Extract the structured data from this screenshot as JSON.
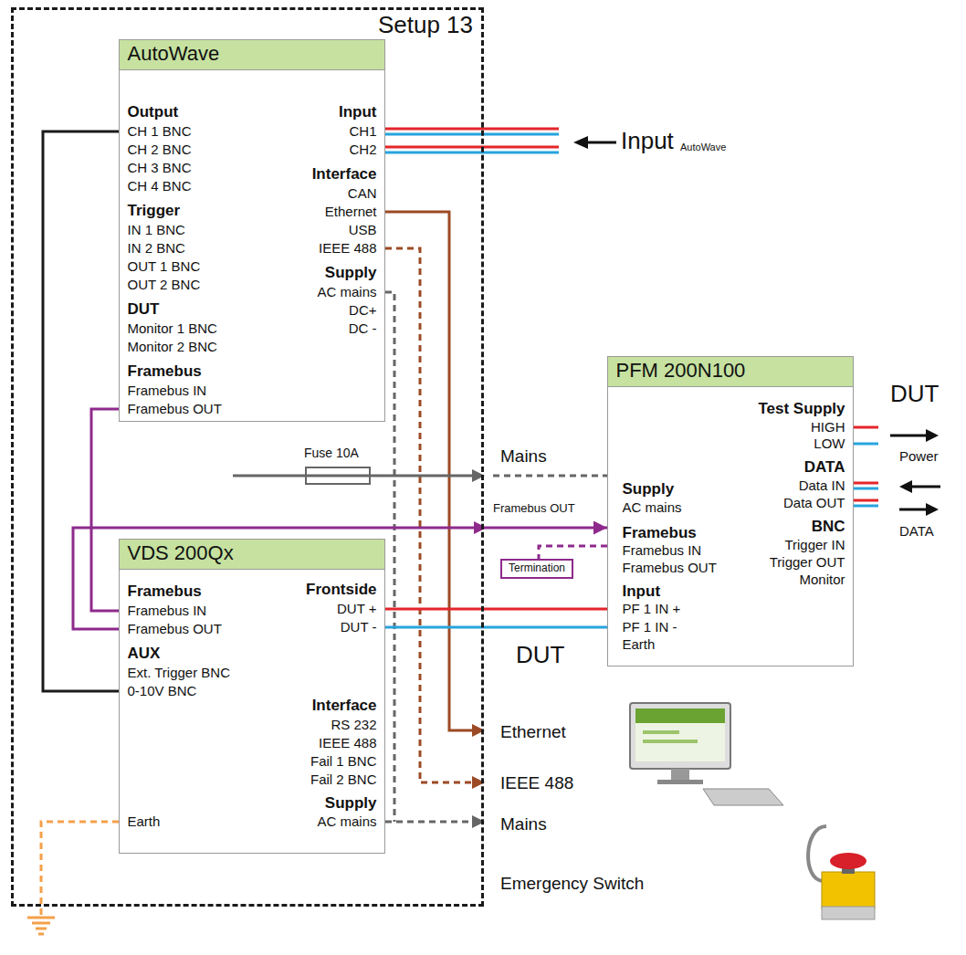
{
  "diagram": {
    "nodes": [
      {
        "text": [
          "Setup 13"
        ]
      },
      {
        "text": [
          "AutoWave",
          "Output",
          "CH 1 BNC",
          "CH 2 BNC",
          "CH 3 BNC",
          "CH 4 BNC",
          "Trigger",
          "IN 1 BNC",
          "IN 2 BNC",
          "OUT 1 BNC",
          "OUT 2 BNC",
          "DUT",
          "Monitor 1 BNC",
          "Monitor 2 BNC",
          "Framebus",
          "Framebus IN",
          "Framebus OUT",
          "Input",
          "CH1",
          "CH2",
          "Interface",
          "CAN",
          "Ethernet",
          "USB",
          "IEEE 488",
          "Supply",
          "AC mains",
          "DC+",
          "DC -"
        ],
        "in": 0
      },
      {
        "text": [
          "VDS 200Qx",
          "Framebus",
          "Framebus IN",
          "Framebus OUT",
          "AUX",
          "Ext. Trigger BNC",
          "0-10V BNC",
          "Earth",
          "Frontside",
          "DUT +",
          "DUT -",
          "Interface",
          "RS 232",
          "IEEE 488",
          "Fail 1 BNC",
          "Fail 2 BNC",
          "Supply",
          "AC mains"
        ],
        "in": 0
      },
      {
        "text": [
          "PFM 200N100",
          "Test Supply",
          "HIGH",
          "LOW",
          "DATA",
          "Data IN",
          "Data OUT",
          "BNC",
          "Trigger IN",
          "Trigger OUT",
          "Monitor",
          "Supply",
          "AC mains",
          "Framebus",
          "Framebus IN",
          "Framebus OUT",
          "Input",
          "PF 1 IN +",
          "PF 1 IN -",
          "Earth"
        ]
      },
      {
        "text": [
          "Termination"
        ]
      }
    ],
    "edges": [
      {
        "from": 1,
        "to": 2,
        "arrow": "none"
      },
      {
        "from": 1,
        "to": 2,
        "arrow": "none"
      },
      {
        "from": 2,
        "to": 3,
        "label": "Framebus OUT",
        "arrow": "to"
      },
      {
        "from": 3,
        "to": 4,
        "arrow": "none"
      },
      {
        "from": 2,
        "to": 3,
        "arrow": "none"
      },
      {
        "from": 2,
        "to": 3,
        "arrow": "none"
      }
    ],
    "labels": [
      "Input",
      "AutoWave",
      "Fuse 10A",
      "Mains",
      "DUT",
      "Ethernet",
      "IEEE 488",
      "Mains",
      "Emergency Switch",
      "DUT",
      "Power",
      "DATA"
    ]
  }
}
